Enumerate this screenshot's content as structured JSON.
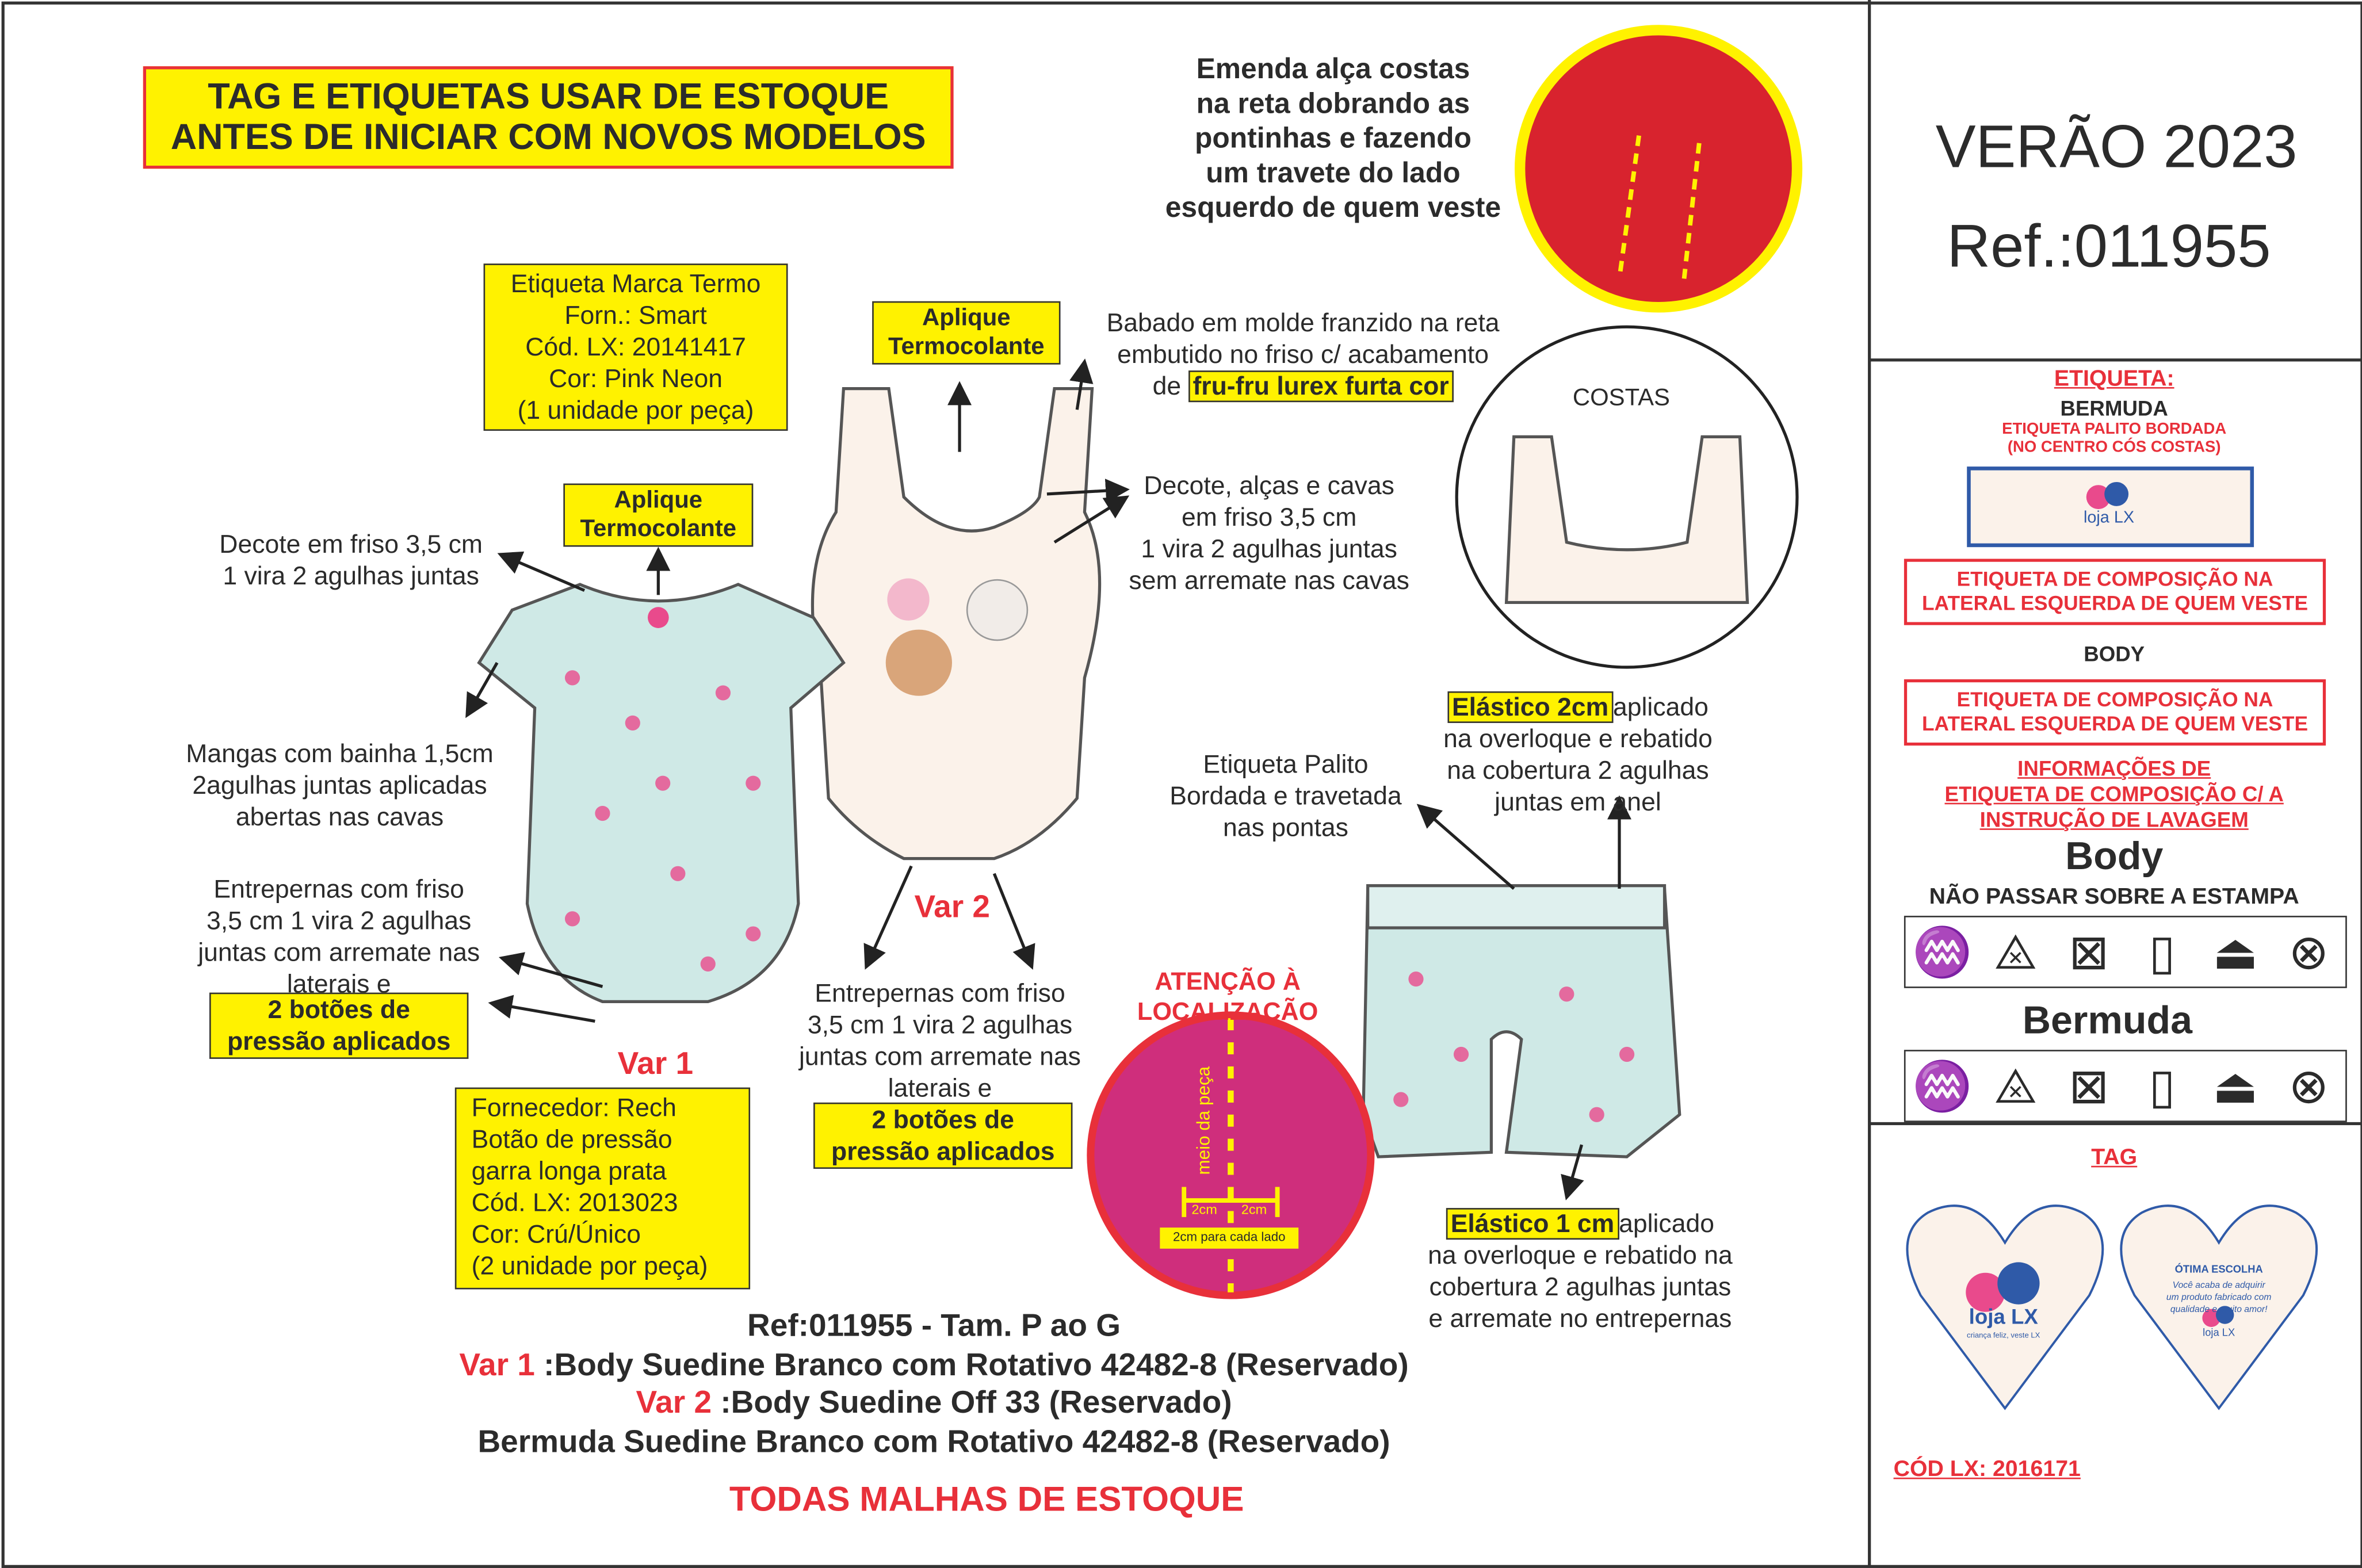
{
  "notice": {
    "line1": "TAG E ETIQUETAS USAR DE ESTOQUE",
    "line2": "ANTES DE INICIAR COM NOVOS MODELOS"
  },
  "emenda": [
    "Emenda alça costas",
    "na reta dobrando as",
    "pontinhas e fazendo",
    "um travete do lado",
    "esquerdo de quem veste"
  ],
  "header": {
    "season": "VERÃO 2023",
    "ref": "Ref.:011955"
  },
  "etiqueta_marca": [
    "Etiqueta Marca Termo",
    "Forn.: Smart",
    "Cód. LX: 20141417",
    "Cor: Pink Neon",
    "(1 unidade por peça)"
  ],
  "aplique": {
    "line1": "Aplique",
    "line2": "Termocolante"
  },
  "babado": {
    "line1": "Babado em molde franzido na reta",
    "line2": "embutido no friso c/ acabamento",
    "line3_prefix": "de",
    "line3_highlight": "fru-fru lurex furta cor"
  },
  "costas_label": "COSTAS",
  "decote_var2": [
    "Decote, alças e cavas",
    "em friso 3,5 cm",
    "1 vira 2 agulhas juntas",
    "sem arremate nas cavas"
  ],
  "decote_var1": [
    "Decote em friso 3,5 cm",
    "1 vira 2 agulhas juntas"
  ],
  "mangas": [
    "Mangas com bainha 1,5cm",
    "2agulhas juntas aplicadas",
    "abertas nas cavas"
  ],
  "entrepernas_var1": [
    "Entrepernas com friso",
    "3,5 cm 1 vira 2 agulhas",
    "juntas com arremate nas",
    "laterais e"
  ],
  "entrepernas_var2": [
    "Entrepernas com friso",
    "3,5 cm 1 vira 2 agulhas",
    "juntas com arremate nas",
    "laterais e"
  ],
  "botoes": {
    "line1": "2 botões de",
    "line2": "pressão aplicados"
  },
  "var1": "Var 1",
  "var2": "Var 2",
  "fornecedor": [
    "Fornecedor: Rech",
    "Botão de pressão",
    "garra longa prata",
    "Cód. LX: 2013023",
    "Cor: Crú/Único",
    "(2 unidade por peça)"
  ],
  "atencao": {
    "line1": "ATENÇÃO À",
    "line2": "LOCALIZAÇÃO",
    "meio": "meio da peça",
    "cm_left": "2cm",
    "cm_right": "2cm",
    "cada_lado": "2cm para cada lado"
  },
  "elastico2": {
    "highlight": "Elástico 2cm",
    "rest": "aplicado",
    "lines": [
      "na overloque e rebatido",
      "na cobertura 2 agulhas",
      "juntas em anel"
    ]
  },
  "palito": [
    "Etiqueta Palito",
    "Bordada e travetada",
    "nas pontas"
  ],
  "elastico1": {
    "highlight": "Elástico 1 cm",
    "rest": "aplicado",
    "lines": [
      "na overloque e rebatido na",
      "cobertura 2 agulhas juntas",
      "e arremate no entrepernas"
    ]
  },
  "footer": {
    "ref": "Ref:011955 - Tam. P ao G",
    "var1_label": "Var 1",
    "var1_text": " :Body Suedine Branco com Rotativo 42482-8 (Reservado)",
    "var2_label": "Var 2",
    "var2_text": " :Body Suedine Off 33 (Reservado)",
    "bermuda": "Bermuda Suedine Branco com Rotativo 42482-8 (Reservado)",
    "malhas": "TODAS MALHAS DE ESTOQUE"
  },
  "panel": {
    "etiqueta_title": "ETIQUETA:",
    "bermuda_title": "BERMUDA",
    "palito_line1": "ETIQUETA PALITO BORDADA",
    "palito_line2": "(NO CENTRO CÓS COSTAS)",
    "logo": "loja LX",
    "composicao_line1": "ETIQUETA DE COMPOSIÇÃO NA",
    "composicao_line2": "LATERAL ESQUERDA DE QUEM VESTE",
    "body_title": "BODY",
    "info_line1": "INFORMAÇÕES DE",
    "info_line2": "ETIQUETA DE COMPOSIÇÃO C/ A",
    "info_line3": "INSTRUÇÃO DE LAVAGEM",
    "body_care_title": "Body",
    "nao_passar": "NÃO PASSAR SOBRE A ESTAMPA",
    "bermuda_care_title": "Bermuda",
    "care_icons": [
      "wash-hand",
      "no-bleach",
      "no-tumble-dry",
      "dry-flat",
      "iron-low",
      "no-dry-clean"
    ],
    "tag_title": "TAG",
    "tag_front_slogan": "criança feliz, veste LX",
    "tag_back_title": "ÓTIMA ESCOLHA",
    "tag_back_text": [
      "Você acaba de adquirir",
      "um produto fabricado com",
      "qualidade e muito amor!"
    ],
    "cod": "CÓD LX: 2016171"
  },
  "colors": {
    "red": "#e8303a",
    "yellow": "#fff200",
    "blue": "#2f5aa8",
    "pink": "#e94a8c",
    "mint": "#cfe9e6",
    "cream": "#fbf2ea"
  }
}
